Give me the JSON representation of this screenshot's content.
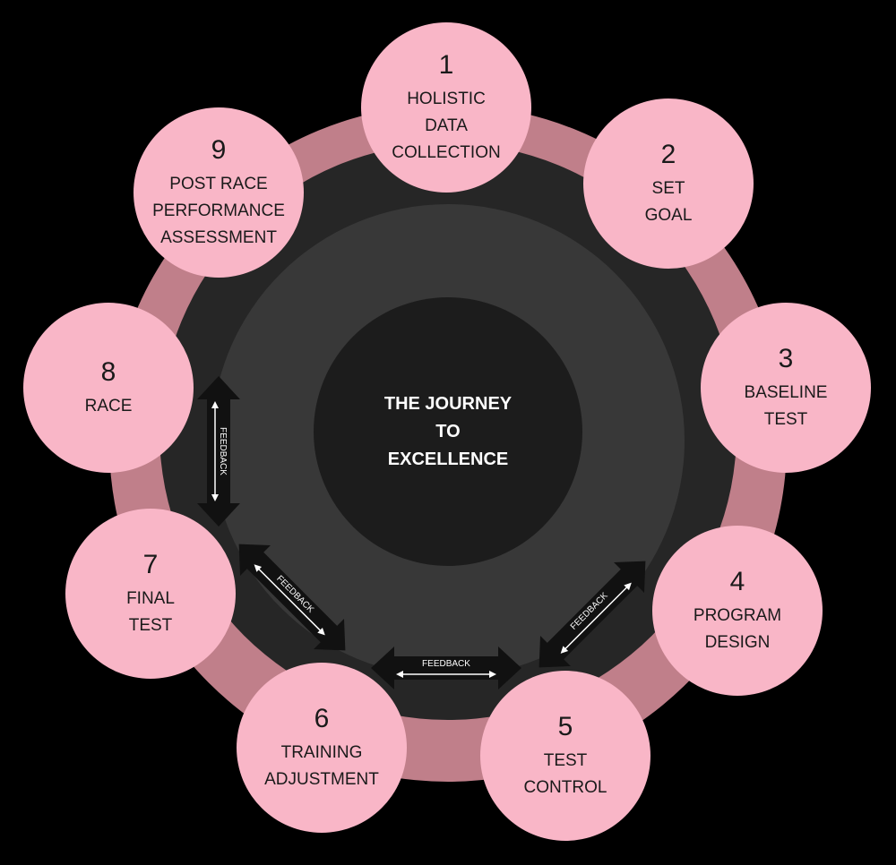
{
  "center": {
    "lines": [
      "THE JOURNEY",
      "TO",
      "EXCELLENCE"
    ]
  },
  "steps": [
    {
      "num": "1",
      "lines": [
        "HOLISTIC",
        "DATA",
        "COLLECTION"
      ]
    },
    {
      "num": "2",
      "lines": [
        "SET",
        "GOAL"
      ]
    },
    {
      "num": "3",
      "lines": [
        "BASELINE",
        "TEST"
      ]
    },
    {
      "num": "4",
      "lines": [
        "PROGRAM",
        "DESIGN"
      ]
    },
    {
      "num": "5",
      "lines": [
        "TEST",
        "CONTROL"
      ]
    },
    {
      "num": "6",
      "lines": [
        "TRAINING",
        "ADJUSTMENT"
      ]
    },
    {
      "num": "7",
      "lines": [
        "FINAL",
        "TEST"
      ]
    },
    {
      "num": "8",
      "lines": [
        "RACE"
      ]
    },
    {
      "num": "9",
      "lines": [
        "POST RACE",
        "PERFORMANCE",
        "ASSESSMENT"
      ]
    }
  ],
  "feedback": {
    "label": "FEEDBACK"
  },
  "colors": {
    "step_fill": "#f9b6c7",
    "ring": "#c07f8a",
    "background": "#000000"
  }
}
